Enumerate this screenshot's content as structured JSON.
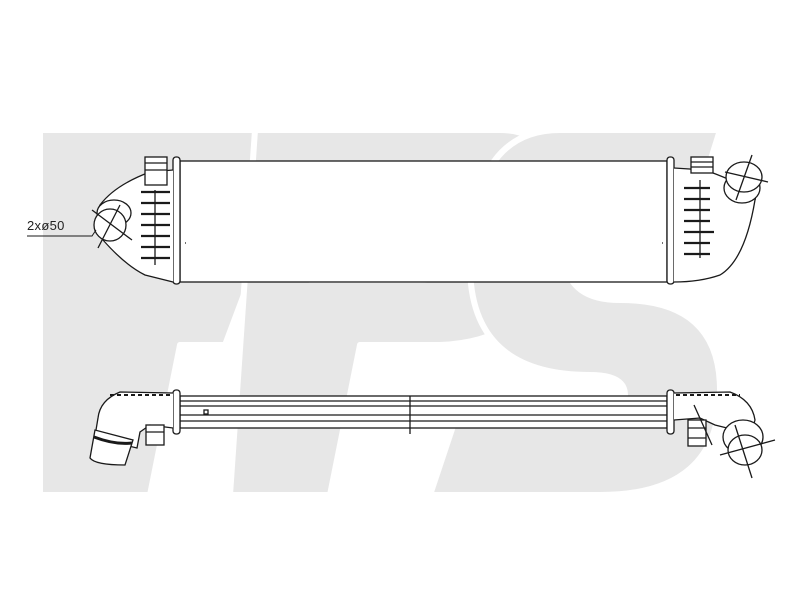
{
  "diagram": {
    "type": "technical-drawing",
    "subject": "intercooler",
    "views": [
      "front-view",
      "top-view"
    ],
    "annotations": [
      {
        "id": "pipe-diameter",
        "text": "2xø50"
      }
    ],
    "watermark": {
      "text": "FPS",
      "color": "#e8e8e8"
    },
    "colors": {
      "line": "#1a1a1a",
      "background": "#ffffff",
      "watermark": "#e6e6e6"
    }
  }
}
